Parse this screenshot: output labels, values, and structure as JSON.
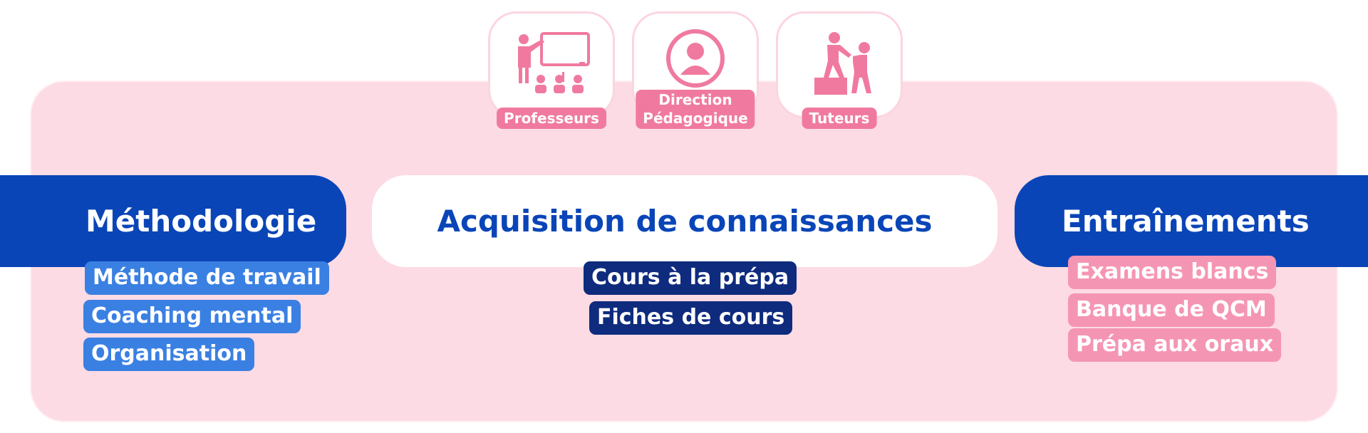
{
  "roles": [
    {
      "label": "Professeurs",
      "icon": "teacher-classroom-icon"
    },
    {
      "label_line1": "Direction",
      "label_line2": "Pédagogique",
      "icon": "user-circle-icon"
    },
    {
      "label": "Tuteurs",
      "icon": "helping-hand-climb-icon"
    }
  ],
  "sections": {
    "left": {
      "title": "Méthodologie",
      "items": [
        "Méthode de travail",
        "Coaching mental",
        "Organisation"
      ]
    },
    "center": {
      "title": "Acquisition de connaissances",
      "items": [
        "Cours à la prépa",
        "Fiches de cours"
      ]
    },
    "right": {
      "title": "Entraînements",
      "items": [
        "Examens blancs",
        "Banque de QCM",
        "Prépa aux oraux"
      ]
    }
  },
  "colors": {
    "panel": "#fddbe4",
    "header_blue": "#0a45b8",
    "tag_blue": "#3a80e3",
    "tag_navy": "#0e2b7d",
    "tag_pink": "#f595b4",
    "role_pink": "#f07a9f"
  }
}
